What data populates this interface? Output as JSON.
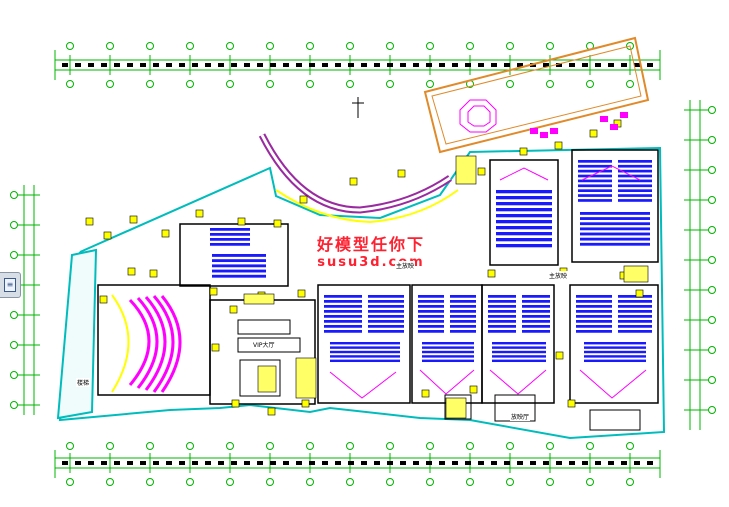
{
  "watermark": {
    "line1": "好模型任你下",
    "line2": "susu3d.com"
  },
  "labels": {
    "room_a": "主放映",
    "room_b": "主放映",
    "room_c": "放映厅",
    "hall": "VIP大厅",
    "stair": "楼梯"
  },
  "colors": {
    "grid": "#00b400",
    "wall": "#000000",
    "seats": "#1a1aff",
    "seats_alt": "#ff00ff",
    "accent": "#ffff00",
    "roof": "#e08a2a",
    "outline": "#00bcbc",
    "watermark": "#ff2030"
  },
  "icons": {
    "sidebar": "layers-icon"
  }
}
